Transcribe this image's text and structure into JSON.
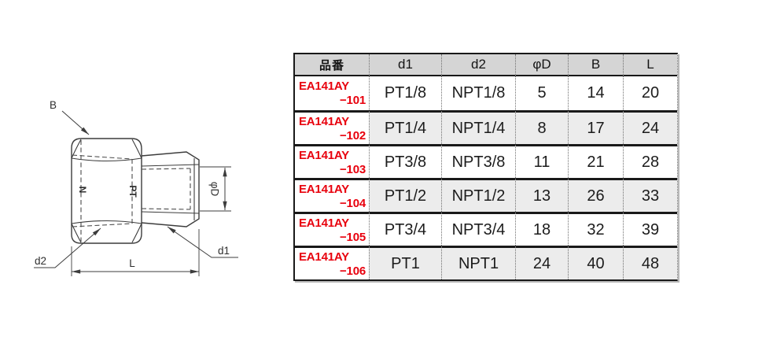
{
  "drawing": {
    "labels": {
      "b": "B",
      "d2": "d2",
      "d1": "d1",
      "length": "L",
      "diameter": "φD",
      "thread_left": "N",
      "thread_right": "PT"
    }
  },
  "table": {
    "columns": [
      "品番",
      "d1",
      "d2",
      "φD",
      "B",
      "L"
    ],
    "rows": [
      {
        "part1": "EA141AY",
        "part2": "−101",
        "d1": "PT1/8",
        "d2": "NPT1/8",
        "dia": "5",
        "b": "14",
        "len": "20"
      },
      {
        "part1": "EA141AY",
        "part2": "−102",
        "d1": "PT1/4",
        "d2": "NPT1/4",
        "dia": "8",
        "b": "17",
        "len": "24"
      },
      {
        "part1": "EA141AY",
        "part2": "−103",
        "d1": "PT3/8",
        "d2": "NPT3/8",
        "dia": "11",
        "b": "21",
        "len": "28"
      },
      {
        "part1": "EA141AY",
        "part2": "−104",
        "d1": "PT1/2",
        "d2": "NPT1/2",
        "dia": "13",
        "b": "26",
        "len": "33"
      },
      {
        "part1": "EA141AY",
        "part2": "−105",
        "d1": "PT3/4",
        "d2": "NPT3/4",
        "dia": "18",
        "b": "32",
        "len": "39"
      },
      {
        "part1": "EA141AY",
        "part2": "−106",
        "d1": "PT1",
        "d2": "NPT1",
        "dia": "24",
        "b": "40",
        "len": "48"
      }
    ]
  }
}
